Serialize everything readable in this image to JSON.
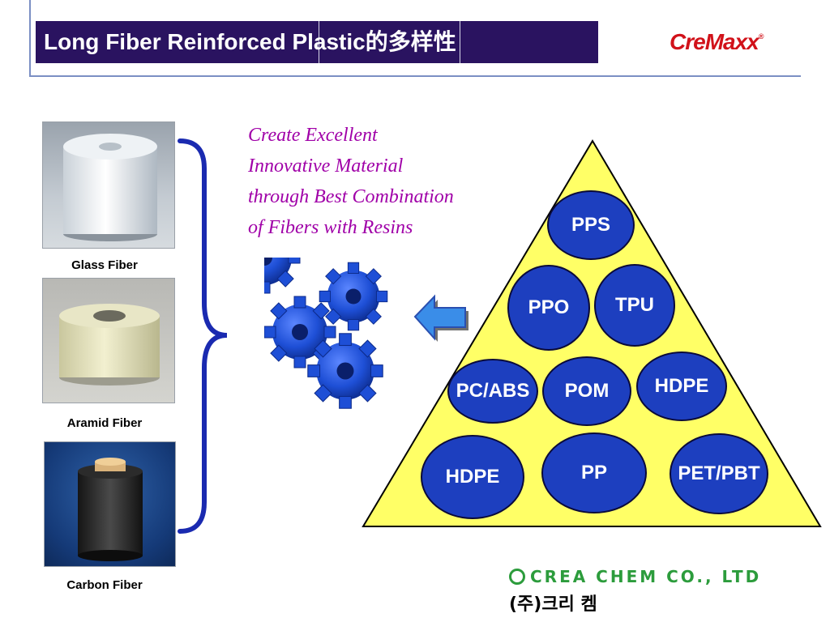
{
  "header": {
    "title": "Long Fiber Reinforced Plastic的多样性",
    "brand": "CreMaxx",
    "brand_mark": "®"
  },
  "fibers": [
    {
      "label": "Glass Fiber"
    },
    {
      "label": "Aramid Fiber"
    },
    {
      "label": "Carbon Fiber"
    }
  ],
  "slogan": {
    "lines": [
      "Create Excellent",
      "Innovative Material",
      "through Best Combination",
      "of Fibers with Resins"
    ]
  },
  "pyramid": {
    "resins": [
      "PPS",
      "PPO",
      "TPU",
      "PC/ABS",
      "POM",
      "HDPE",
      "HDPE",
      "PP",
      "PET/PBT"
    ]
  },
  "footer": {
    "company_en": "CREA CHEM CO., LTD",
    "company_ko": "(주)크리 켐"
  },
  "colors": {
    "title_bg": "#2a1360",
    "slogan": "#a000a8",
    "resin_oval": "#1d3fbf",
    "pyramid_fill": "#ffff66",
    "brace": "#1a2ab0",
    "gear": "#1e4fd6",
    "arrow": "#3a8de8",
    "company_green": "#2c9c3c"
  }
}
